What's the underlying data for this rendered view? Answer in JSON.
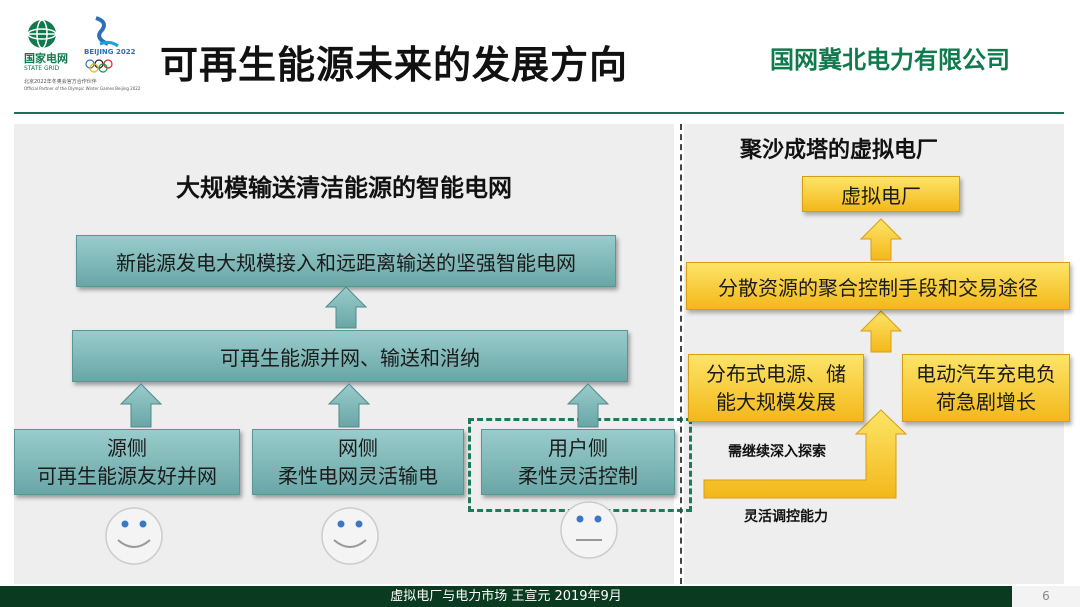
{
  "header": {
    "title": "可再生能源未来的发展方向",
    "company": "国网冀北电力有限公司",
    "logo": {
      "sgcc_cn": "国家电网",
      "sgcc_en": "STATE GRID",
      "beijing_text": "BEIJING 2022",
      "partner_line1": "北京2022年冬奥会官方合作伙伴",
      "partner_line2": "Official Partner of the Olympic Winter Games Beijing 2022"
    }
  },
  "left": {
    "subtitle": "大规模输送清洁能源的智能电网",
    "top_box": "新能源发电大规模接入和远距离输送的坚强智能电网",
    "mid_box": "可再生能源并网、输送和消纳",
    "bottom_boxes": [
      {
        "line1": "源侧",
        "line2": "可再生能源友好并网"
      },
      {
        "line1": "网侧",
        "line2": "柔性电网灵活输电"
      },
      {
        "line1": "用户侧",
        "line2": "柔性灵活控制"
      }
    ]
  },
  "right": {
    "subtitle": "聚沙成塔的虚拟电厂",
    "vpp_box": "虚拟电厂",
    "agg_box": "分散资源的聚合控制手段和交易途径",
    "dist_box": {
      "line1": "分布式电源、储",
      "line2": "能大规模发展"
    },
    "ev_box": {
      "line1": "电动汽车充电负",
      "line2": "荷急剧增长"
    },
    "label_explore": "需继续深入探索",
    "label_flex": "灵活调控能力"
  },
  "footer": {
    "text": "虚拟电厂与电力市场  王宣元  2019年9月",
    "page": "6"
  },
  "colors": {
    "teal": "#7fb8b8",
    "gold": "#f7c52a",
    "brand_green": "#0f7a4d",
    "footer_bg": "#0a3a20"
  }
}
